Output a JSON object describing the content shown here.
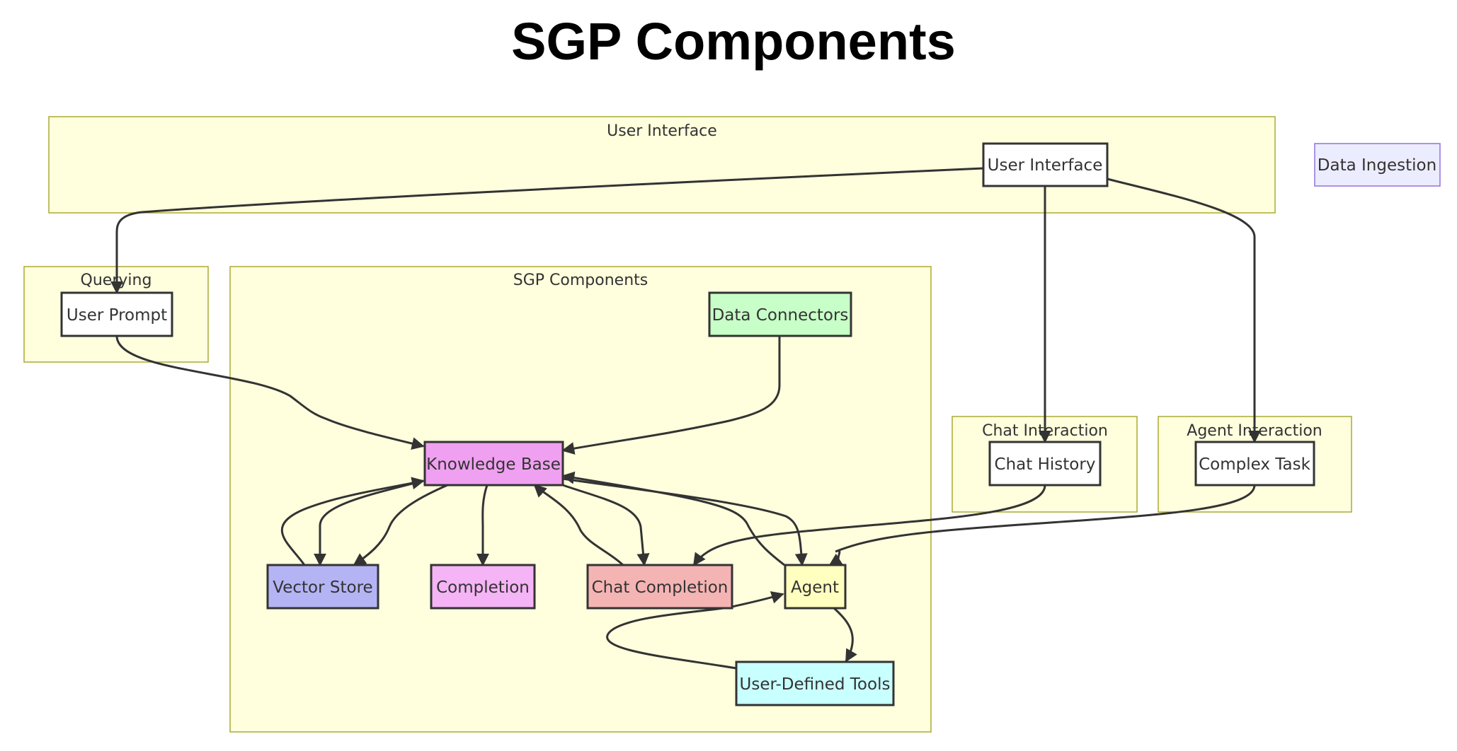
{
  "title": "SGP Components",
  "colors": {
    "cluster_fill": "#ffffde",
    "cluster_border": "#aaaa33",
    "edge": "#333333",
    "node_default": "#ffffff",
    "knowledge_base": "#f0a0f0",
    "data_connectors": "#c8ffc8",
    "vector_store": "#b4b4f5",
    "completion": "#f5b4f5",
    "chat_completion": "#f5b4b4",
    "agent": "#ffffc0",
    "user_defined_tools": "#c8ffff",
    "data_ingestion": "#ececff"
  },
  "clusters": {
    "user_interface": "User Interface",
    "querying": "Querying",
    "sgp_components": "SGP Components",
    "chat_interaction": "Chat Interaction",
    "agent_interaction": "Agent Interaction"
  },
  "nodes": {
    "user_interface": "User Interface",
    "data_ingestion": "Data Ingestion",
    "user_prompt": "User Prompt",
    "data_connectors": "Data Connectors",
    "knowledge_base": "Knowledge Base",
    "vector_store": "Vector Store",
    "completion": "Completion",
    "chat_completion": "Chat Completion",
    "agent": "Agent",
    "user_defined_tools": "User-Defined Tools",
    "chat_history": "Chat History",
    "complex_task": "Complex Task"
  },
  "edges": [
    {
      "from": "User Interface",
      "to": "User Prompt"
    },
    {
      "from": "User Interface",
      "to": "Chat History"
    },
    {
      "from": "User Interface",
      "to": "Complex Task"
    },
    {
      "from": "User Prompt",
      "to": "Knowledge Base"
    },
    {
      "from": "Data Connectors",
      "to": "Knowledge Base"
    },
    {
      "from": "Vector Store",
      "to": "Knowledge Base"
    },
    {
      "from": "Knowledge Base",
      "to": "Vector Store"
    },
    {
      "from": "Knowledge Base",
      "to": "Completion"
    },
    {
      "from": "Knowledge Base",
      "to": "Chat Completion"
    },
    {
      "from": "Chat Completion",
      "to": "Knowledge Base"
    },
    {
      "from": "Knowledge Base",
      "to": "Agent"
    },
    {
      "from": "Agent",
      "to": "Knowledge Base"
    },
    {
      "from": "Chat History",
      "to": "Chat Completion"
    },
    {
      "from": "Complex Task",
      "to": "Agent"
    },
    {
      "from": "Agent",
      "to": "User-Defined Tools"
    },
    {
      "from": "User-Defined Tools",
      "to": "Agent"
    }
  ]
}
